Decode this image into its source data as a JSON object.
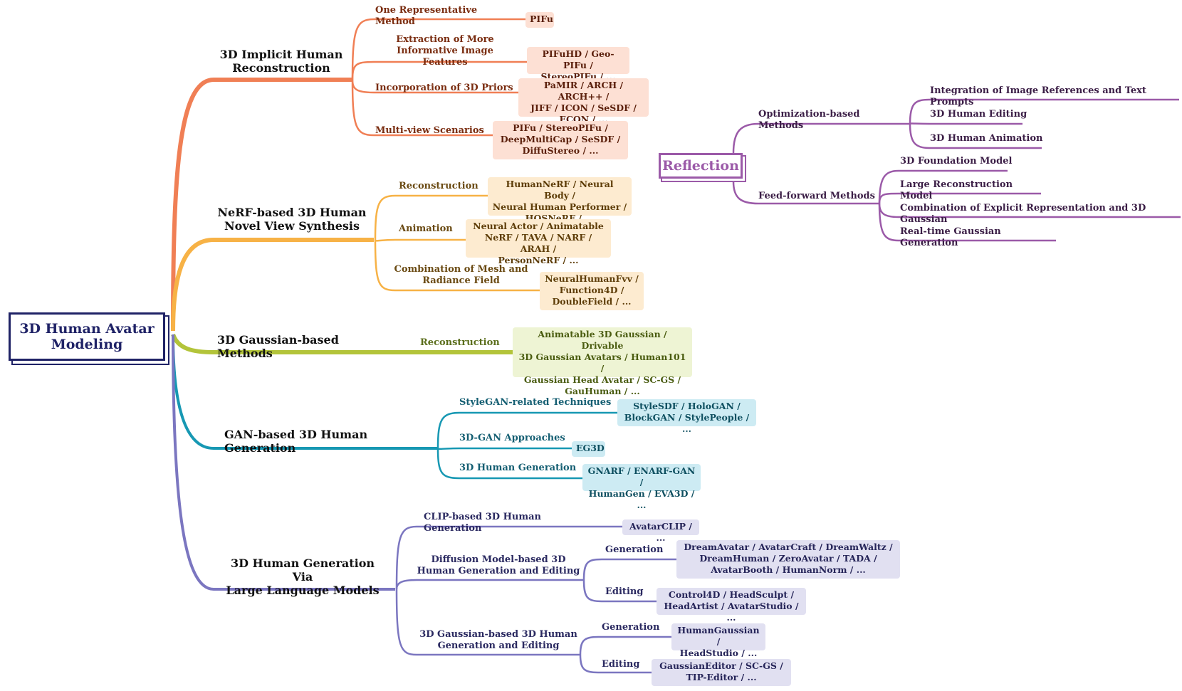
{
  "root": {
    "label": "3D Human Avatar\nModeling",
    "color": "#1f2266"
  },
  "branches": [
    {
      "label": "3D Implicit Human\nReconstruction",
      "color": "#f07f55",
      "subs": [
        {
          "label": "One Representative Method",
          "box": "PIFu"
        },
        {
          "label": "Extraction of More\nInformative Image Features",
          "box": "PIFuHD / Geo-PIFu /\nStereoPIFu / ..."
        },
        {
          "label": "Incorporation of 3D Priors",
          "box": "PaMIR / ARCH / ARCH++ /\nJIFF / ICON / SeSDF /\nECON / ..."
        },
        {
          "label": "Multi-view Scenarios",
          "box": "PIFu / StereoPIFu /\nDeepMultiCap / SeSDF /\nDiffuStereo / ..."
        }
      ]
    },
    {
      "label": "NeRF-based 3D Human\nNovel View Synthesis",
      "color": "#f7b246",
      "subs": [
        {
          "label": "Reconstruction",
          "box": "HumanNeRF / Neural Body /\nNeural Human Performer /\nHOSNeRF / ..."
        },
        {
          "label": "Animation",
          "box": "Neural Actor / Animatable\nNeRF / TAVA / NARF / ARAH /\nPersonNeRF / ..."
        },
        {
          "label": "Combination of Mesh and\nRadiance Field",
          "box": "NeuralHumanFvv /\nFunction4D /\nDoubleField / ..."
        }
      ]
    },
    {
      "label": "3D Gaussian-based Methods",
      "color": "#b3c43a",
      "subs": [
        {
          "label": "Reconstruction",
          "box": "Animatable 3D Gaussian / Drivable\n3D Gaussian Avatars / Human101 /\nGaussian Head Avatar / SC-GS /\nGauHuman / ..."
        }
      ]
    },
    {
      "label": "GAN-based 3D Human Generation",
      "color": "#1798b3",
      "subs": [
        {
          "label": "StyleGAN-related Techniques",
          "box": "StyleSDF / HoloGAN /\nBlockGAN / StylePeople / ..."
        },
        {
          "label": "3D-GAN Approaches",
          "box": "EG3D"
        },
        {
          "label": "3D Human Generation",
          "box": "GNARF / ENARF-GAN /\nHumanGen / EVA3D / ..."
        }
      ]
    },
    {
      "label": "3D Human Generation Via\nLarge Language Models",
      "color": "#7b76c0",
      "subs": [
        {
          "label": "CLIP-based 3D Human Generation",
          "box": "AvatarCLIP / ..."
        },
        {
          "label": "Diffusion Model-based 3D\nHuman Generation and Editing",
          "leaves": [
            {
              "label": "Generation",
              "box": "DreamAvatar / AvatarCraft / DreamWaltz /\nDreamHuman / ZeroAvatar / TADA /\nAvatarBooth / HumanNorm / ..."
            },
            {
              "label": "Editing",
              "box": "Control4D / HeadSculpt /\nHeadArtist / AvatarStudio / ..."
            }
          ]
        },
        {
          "label": "3D Gaussian-based 3D Human\nGeneration and Editing",
          "leaves": [
            {
              "label": "Generation",
              "box": "HumanGaussian /\nHeadStudio / ..."
            },
            {
              "label": "Editing",
              "box": "GaussianEditor / SC-GS /\nTIP-Editor / ..."
            }
          ]
        }
      ]
    }
  ],
  "reflection": {
    "label": "Reflection",
    "color": "#9b5aa8",
    "groups": [
      {
        "label": "Optimization-based Methods",
        "items": [
          "Integration of Image References and Text Prompts",
          "3D Human Editing",
          "3D Human Animation"
        ]
      },
      {
        "label": "Feed-forward Methods",
        "items": [
          "3D Foundation Model",
          "Large Reconstruction Model",
          "Combination of Explicit Representation and 3D Gaussian",
          "Real-time Gaussian Generation"
        ]
      }
    ]
  }
}
